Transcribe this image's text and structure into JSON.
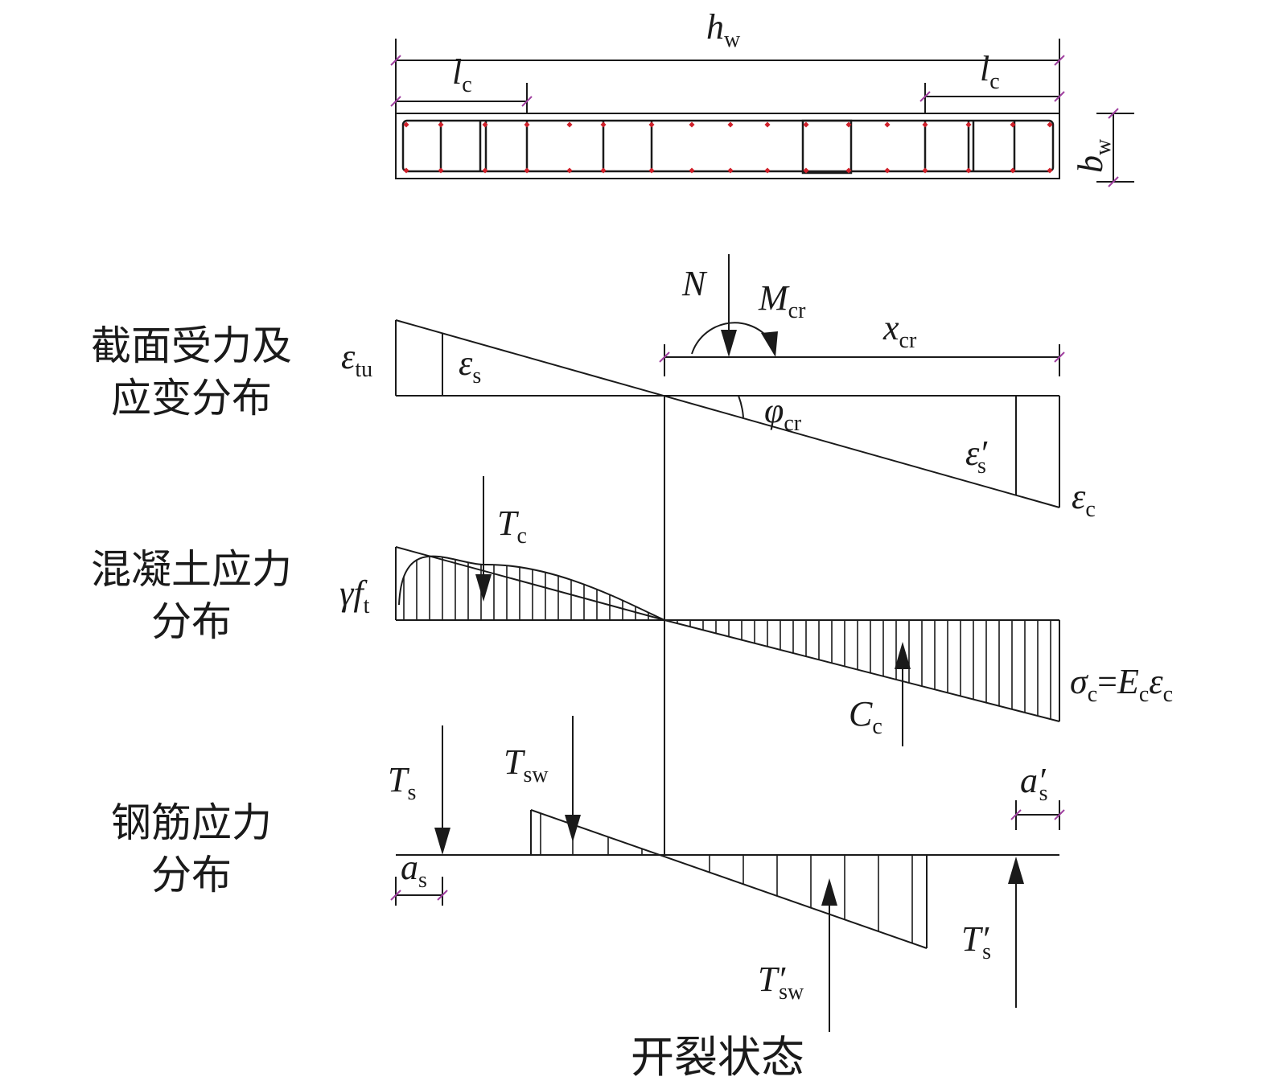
{
  "title": "开裂状态",
  "row_labels": {
    "strain": [
      "截面受力及",
      "应变分布"
    ],
    "concrete": [
      "混凝土应力",
      "分布"
    ],
    "steel": [
      "钢筋应力",
      "分布"
    ]
  },
  "symbols": {
    "hw": {
      "main": "h",
      "sub": "w"
    },
    "lc_left": {
      "main": "l",
      "sub": "c"
    },
    "lc_right": {
      "main": "l",
      "sub": "c"
    },
    "bw": {
      "main": "b",
      "sub": "w"
    },
    "N": {
      "main": "N"
    },
    "Mcr": {
      "main": "M",
      "sub": "cr"
    },
    "xcr": {
      "main": "x",
      "sub": "cr"
    },
    "eps_tu": {
      "main": "ε",
      "sub": "tu"
    },
    "eps_s": {
      "main": "ε",
      "sub": "s"
    },
    "phi_cr": {
      "main": "φ",
      "sub": "cr"
    },
    "eps_s_prime": {
      "main": "ε′",
      "sub": "s"
    },
    "eps_c": {
      "main": "ε",
      "sub": "c"
    },
    "Tc": {
      "main": "T",
      "sub": "c"
    },
    "gamma_ft": {
      "main": "γf",
      "sub": "t"
    },
    "sigma_c": {
      "a": "σ",
      "a_sub": "c",
      "eq": "=",
      "b": "E",
      "b_sub": "c",
      "c": "ε",
      "c_sub": "c"
    },
    "Cc": {
      "main": "C",
      "sub": "c"
    },
    "Ts": {
      "main": "T",
      "sub": "s"
    },
    "Tsw": {
      "main": "T",
      "sub": "sw"
    },
    "as": {
      "main": "a",
      "sub": "s"
    },
    "as_prime": {
      "main": "a′",
      "sub": "s"
    },
    "Tsw_prime": {
      "main": "T′",
      "sub": "sw"
    },
    "Ts_prime": {
      "main": "T′",
      "sub": "s"
    }
  },
  "colors": {
    "line": "#1a1a1a",
    "rebar_dot": "#d0202a",
    "dimension_tick": "#a040a0"
  }
}
